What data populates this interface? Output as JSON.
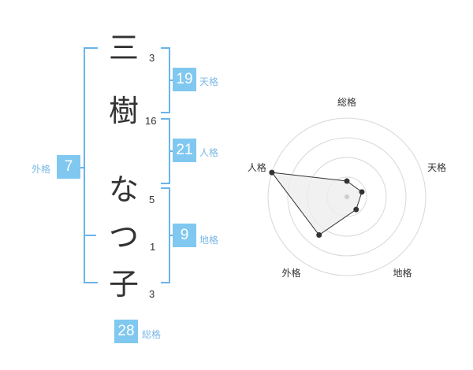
{
  "name": {
    "chars": [
      {
        "char": "三",
        "strokes": "3"
      },
      {
        "char": "樹",
        "strokes": "16"
      },
      {
        "char": "な",
        "strokes": "5"
      },
      {
        "char": "つ",
        "strokes": "1"
      },
      {
        "char": "子",
        "strokes": "3"
      }
    ]
  },
  "fortune": {
    "tenkaku": {
      "value": "19",
      "label": "天格"
    },
    "jinkaku": {
      "value": "21",
      "label": "人格"
    },
    "chikaku": {
      "value": "9",
      "label": "地格"
    },
    "gaikaku": {
      "value": "7",
      "label": "外格"
    },
    "soukaku": {
      "value": "28",
      "label": "総格"
    }
  },
  "chart_data": {
    "type": "radar",
    "axes": [
      "総格",
      "天格",
      "地格",
      "外格",
      "人格"
    ],
    "values": [
      1,
      1,
      1,
      3,
      5
    ],
    "rmax": 5,
    "rings": 4,
    "fill": "#eeeeee",
    "stroke": "#333333"
  },
  "colors": {
    "accent": "#80c8f0",
    "bracket": "#6ab4ea",
    "label": "#7ab8e6"
  }
}
